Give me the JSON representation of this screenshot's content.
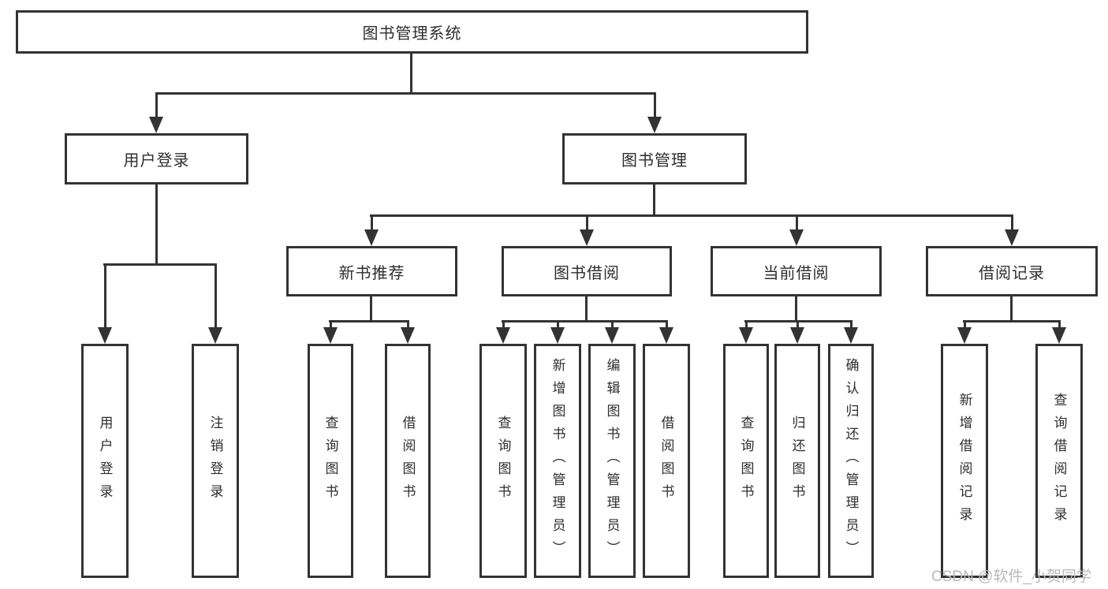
{
  "nodes": {
    "root": "图书管理系统",
    "user_login": "用户登录",
    "book_management": "图书管理",
    "new_book_recommend": "新书推荐",
    "book_borrow": "图书借阅",
    "current_borrow": "当前借阅",
    "borrow_records": "借阅记录",
    "leaf_user_login": "用户登录",
    "leaf_logout": "注销登录",
    "g1_query_books": "查询图书",
    "g1_borrow_books": "借阅图书",
    "g2_query_books": "查询图书",
    "g2_add_books": "新增图书（管理员）",
    "g2_edit_books": "编辑图书（管理员）",
    "g2_borrow_books": "借阅图书",
    "g3_query_books": "查询图书",
    "g3_return_books": "归还图书",
    "g3_confirm_return": "确认归还（管理员）",
    "g4_add_record": "新增借阅记录",
    "g4_query_record": "查询借阅记录"
  },
  "watermark": {
    "text": "CSDN @软件_小贺同学"
  },
  "colors": {
    "line": "#333333",
    "text": "#2e2e2e",
    "box_background": "#ffffff",
    "watermark": "#b9b9b9"
  }
}
